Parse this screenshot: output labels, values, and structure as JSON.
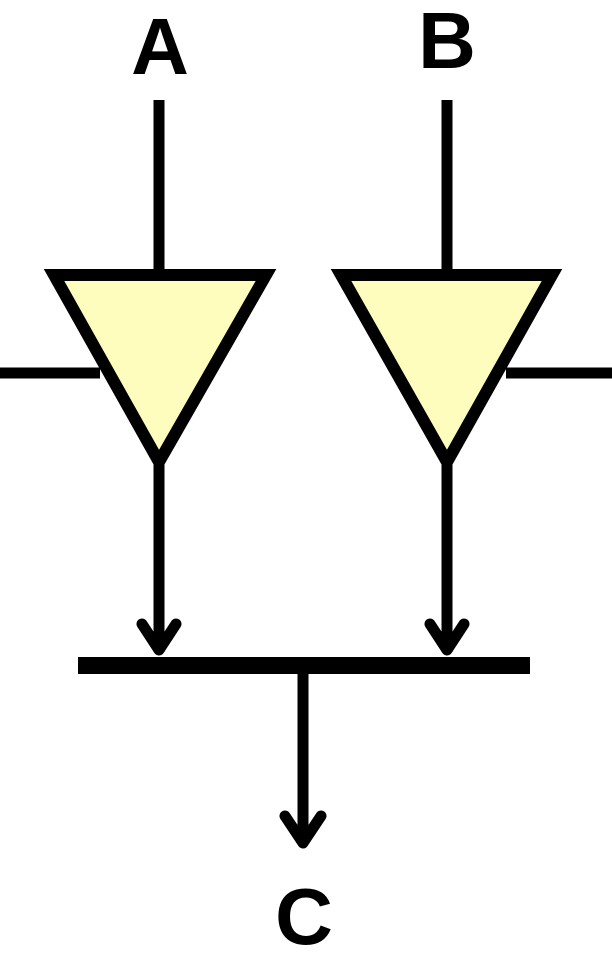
{
  "labels": {
    "input_a": "A",
    "input_b": "B",
    "output_c": "C"
  },
  "colors": {
    "buffer_fill": "#FFFDBE",
    "stroke": "#000000",
    "background": "#FFFFFF"
  }
}
